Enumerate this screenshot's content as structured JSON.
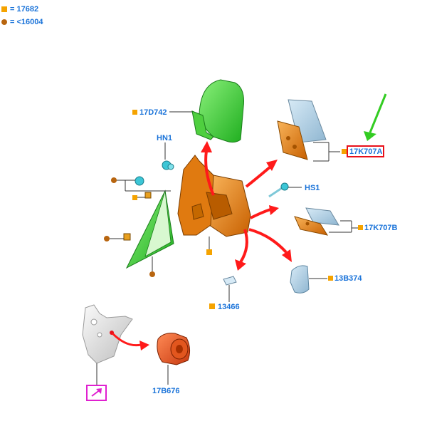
{
  "legend": {
    "square_text": "= 17682",
    "circle_text": "= <16004"
  },
  "labels": {
    "p17D742": "17D742",
    "pHN1": "HN1",
    "p17K707A": "17K707A",
    "pHS1": "HS1",
    "p17K707B": "17K707B",
    "p13B374": "13B374",
    "p13466": "13466",
    "p17B676": "17B676"
  },
  "colors": {
    "highlight_box": "#e8101a",
    "green_pointer": "#33cc22",
    "link_box": "#e020d0",
    "label_text": "#1a73d9",
    "square_marker": "#f5a300",
    "circle_marker": "#b8650f"
  },
  "icons": {
    "link_button": "external-link-arrow-icon"
  }
}
